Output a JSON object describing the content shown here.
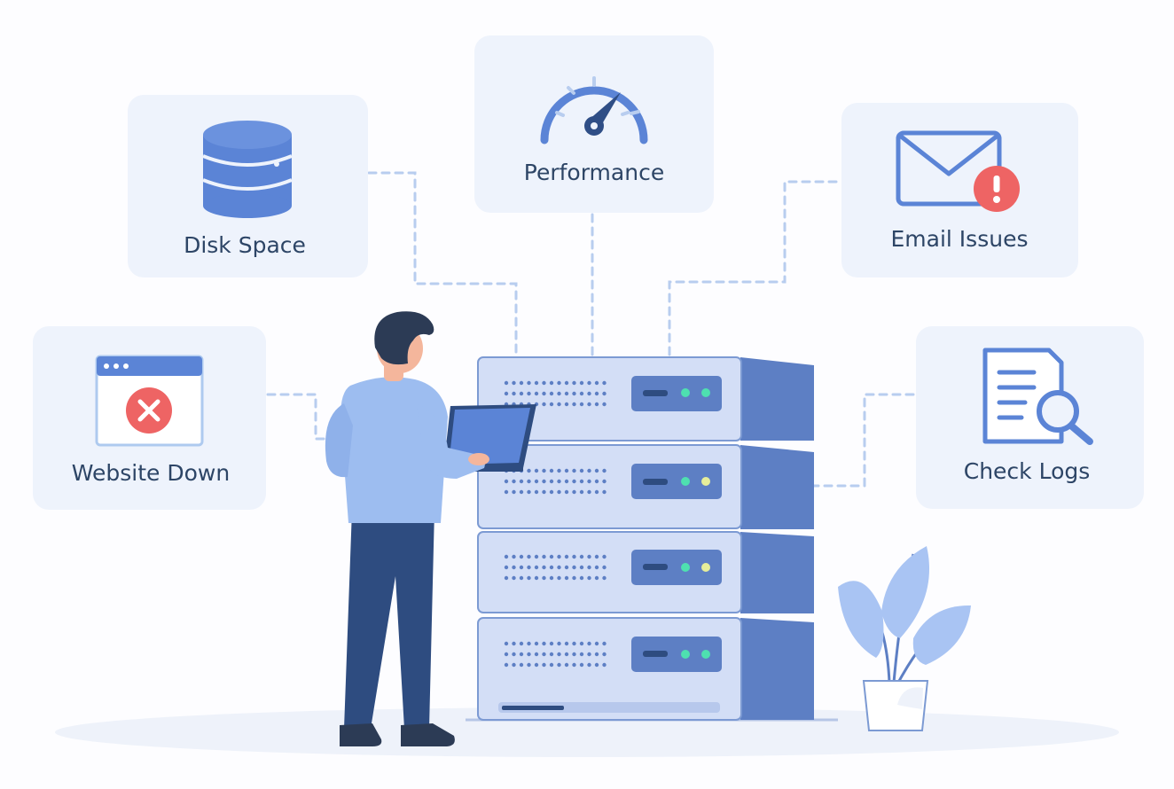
{
  "cards": {
    "disk_space": "Disk Space",
    "performance": "Performance",
    "email_issues": "Email Issues",
    "website_down": "Website Down",
    "check_logs": "Check Logs"
  },
  "colors": {
    "card_bg": "#eef3fc",
    "icon_blue": "#5b84d6",
    "icon_dark": "#3a5f9f",
    "alert_red": "#ee6464",
    "connector": "#b8cdef",
    "server_front": "#d3def6",
    "server_side": "#5d7fc4",
    "led_green": "#4ee0b0",
    "led_yellow": "#e6ee9a",
    "shirt": "#9dbdf0",
    "pants": "#2e4c80",
    "hair": "#2c3b55",
    "skin": "#f4b69c",
    "leaf": "#a9c4f3",
    "floor": "#eef2fa"
  },
  "icons": [
    "database-icon",
    "speedometer-icon",
    "mail-alert-icon",
    "browser-error-icon",
    "log-search-icon"
  ]
}
